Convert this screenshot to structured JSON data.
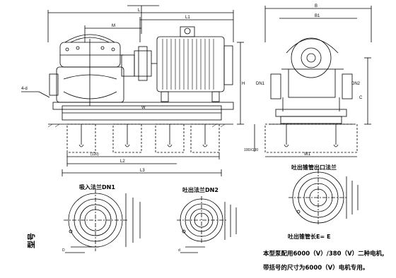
{
  "labels": {
    "anchor_note": "4-d",
    "inlet_flange": "吸入法兰DN1",
    "outlet_flange": "吐出法兰DN2",
    "outlet_pipe_flange": "吐出锥管出口法兰",
    "outlet_pipe_length": "吐出锥管长E= E",
    "note_line1": "本型泵配用6000（V）/380（V）二种电机,",
    "note_line2": "带括号的尺寸为6000（V）电机专用。",
    "model_side": "型号",
    "dn1": "DN1",
    "dn2": "DN2",
    "dim_L": "L",
    "dim_L1": "L1",
    "dim_L3": "L3",
    "dim_L2": "L2",
    "dim_W": "W",
    "dim_W1": "W1",
    "dim_H": "H",
    "dim_B": "B",
    "dim_B1": "B1",
    "dim_M": "M",
    "dim_C": "C",
    "dim_D": "D",
    "dim_d": "d",
    "dim_100": "100X100",
    "dim_120": "(120)",
    "dim_L_paren": "(L2)",
    "dim_4": "4-d"
  }
}
